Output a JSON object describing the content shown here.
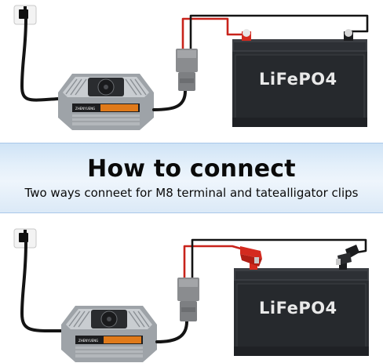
{
  "banner": {
    "title": "How to connect",
    "subtitle": "Two ways conneet for M8 terminal and tatealligator clips"
  },
  "top_scene": {
    "battery_label": "LiFePO4",
    "charger_brand": "ZHENYUENG"
  },
  "bottom_scene": {
    "battery_label": "LiFePO4",
    "charger_brand": "ZHENYUENG"
  },
  "colors": {
    "banner_bg": "#e3effa",
    "battery_body": "#2a2d31",
    "battery_terminal_red": "#d42a1f",
    "cable_red": "#c8231b",
    "cable_black": "#141414",
    "connector_gray": "#8a8c8f",
    "charger_body": "#b8bcc0",
    "charger_band": "#e07a1a"
  },
  "icons": {
    "wall_socket": "wall-plug-icon",
    "connector": "anderson-connector-icon",
    "m8_terminal": "ring-terminal-icon",
    "alligator_clip": "alligator-clip-icon"
  }
}
